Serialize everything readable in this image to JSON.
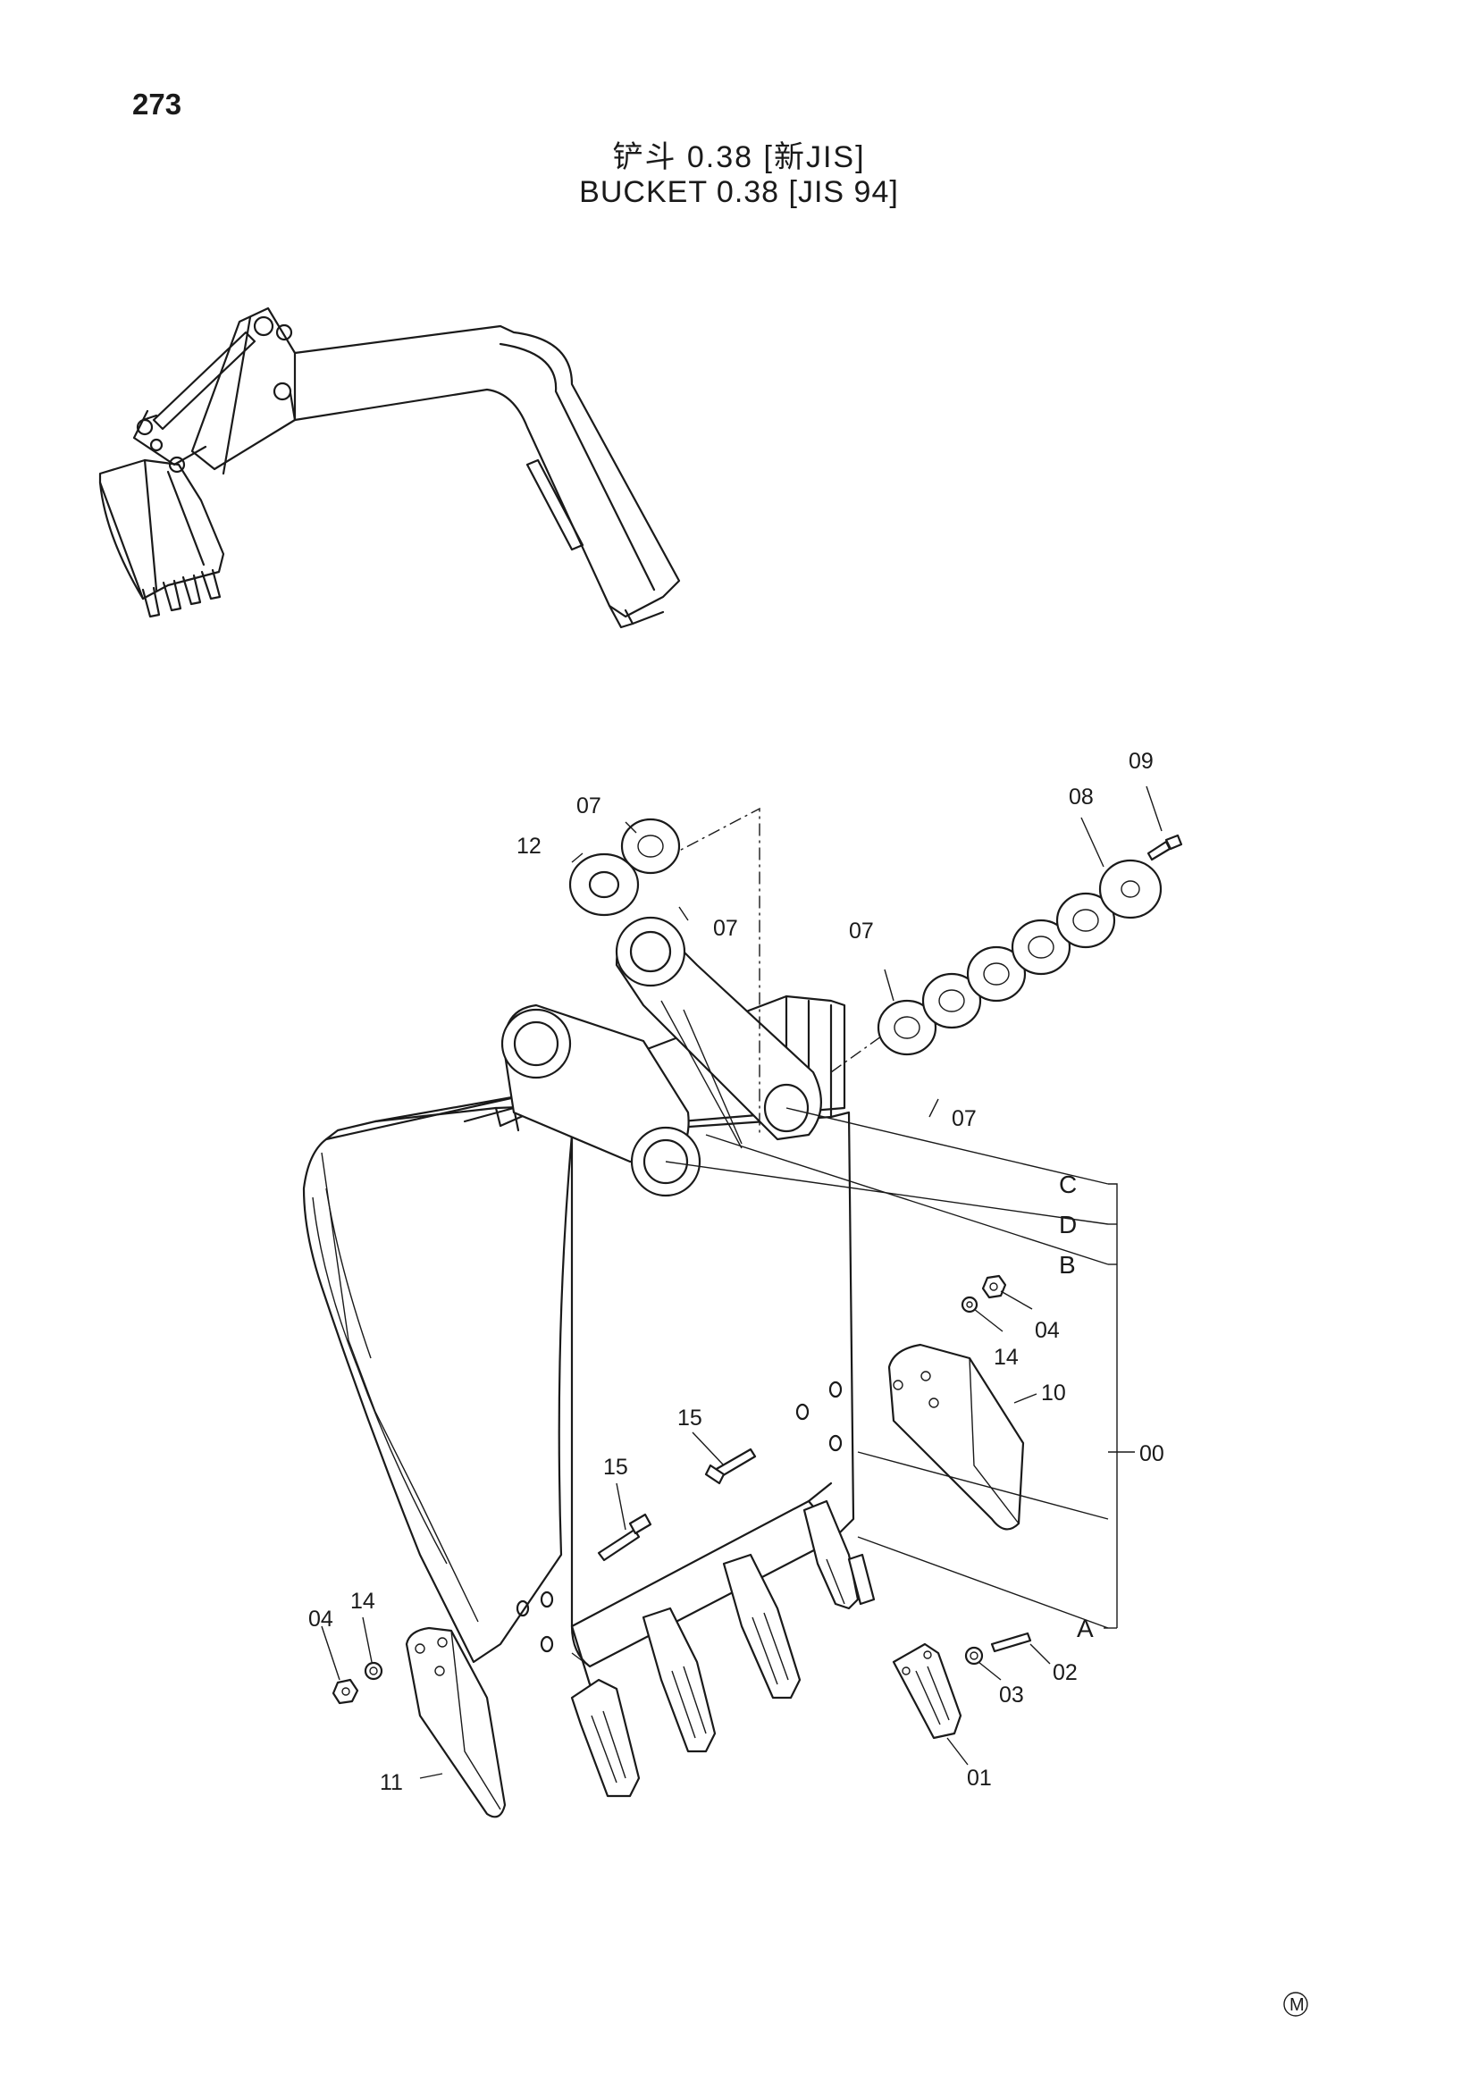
{
  "page": {
    "number": "273",
    "title_cn": "铲斗 0.38 [新JIS]",
    "title_en": "BUCKET 0.38 [JIS 94]"
  },
  "callouts": {
    "c00": "00",
    "c01": "01",
    "c02": "02",
    "c03": "03",
    "c04a": "04",
    "c04b": "04",
    "c07a": "07",
    "c07b": "07",
    "c07c": "07",
    "c07d": "07",
    "c08": "08",
    "c09": "09",
    "c10": "10",
    "c11": "11",
    "c12": "12",
    "c14a": "14",
    "c14b": "14",
    "c15a": "15",
    "c15b": "15"
  },
  "connection_points": {
    "A": "A",
    "B": "B",
    "C": "C",
    "D": "D"
  },
  "corner_mark": "M"
}
